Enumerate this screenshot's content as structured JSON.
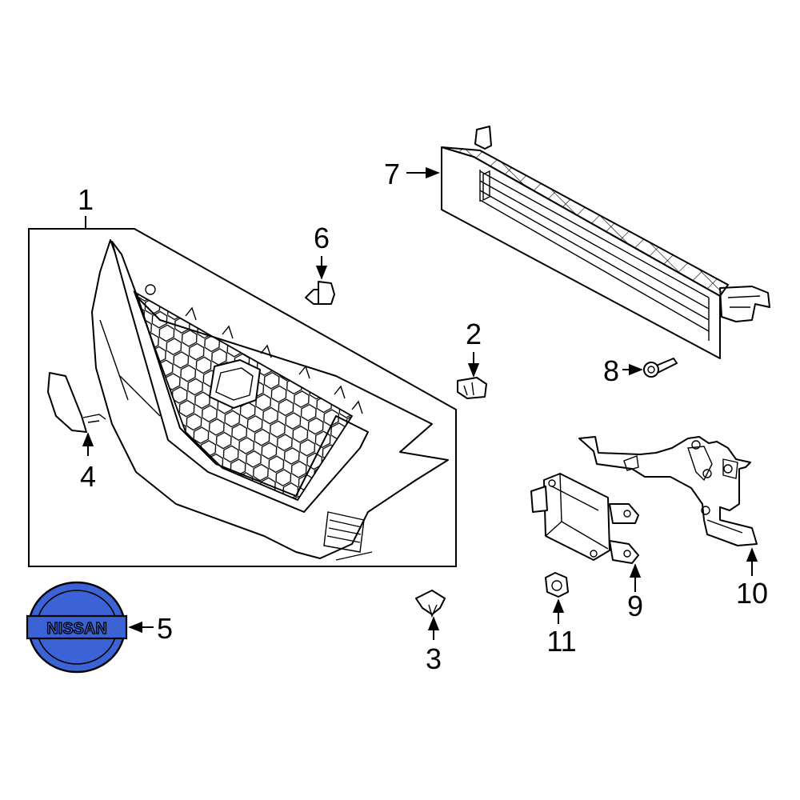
{
  "labels": {
    "p1": "1",
    "p2": "2",
    "p3": "3",
    "p4": "4",
    "p5": "5",
    "p6": "6",
    "p7": "7",
    "p8": "8",
    "p9": "9",
    "p10": "10",
    "p11": "11"
  },
  "emblem": {
    "text": "NISSAN",
    "color": "#3b63d6"
  }
}
